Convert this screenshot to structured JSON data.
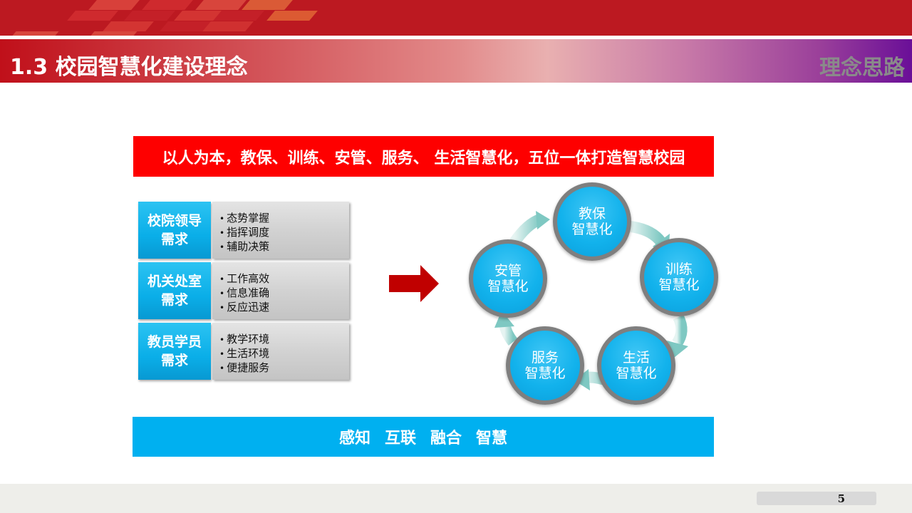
{
  "header": {
    "title": "1.3 校园智慧化建设理念",
    "section_label": "理念思路"
  },
  "banner_top": {
    "text": "以人为本，教保、训练、安管、服务、 生活智慧化，五位一体打造智慧校园"
  },
  "needs": [
    {
      "label_line1": "校院领导",
      "label_line2": "需求",
      "items": [
        "态势掌握",
        "指挥调度",
        "辅助决策"
      ]
    },
    {
      "label_line1": "机关处室",
      "label_line2": "需求",
      "items": [
        "工作高效",
        "信息准确",
        "反应迅速"
      ]
    },
    {
      "label_line1": "教员学员",
      "label_line2": "需求",
      "items": [
        "教学环境",
        "生活环境",
        "便捷服务"
      ]
    }
  ],
  "arrow_icon": "right-arrow-icon",
  "cycle": [
    {
      "line1": "教保",
      "line2": "智慧化"
    },
    {
      "line1": "训练",
      "line2": "智慧化"
    },
    {
      "line1": "生活",
      "line2": "智慧化"
    },
    {
      "line1": "服务",
      "line2": "智慧化"
    },
    {
      "line1": "安管",
      "line2": "智慧化"
    }
  ],
  "banner_bottom": {
    "words": [
      "感知",
      "互联",
      "融合",
      "智慧"
    ]
  },
  "footer": {
    "page_number": "5"
  },
  "colors": {
    "header_red": "#bc1921",
    "banner_red": "#fe0000",
    "accent_blue": "#00b0f0",
    "node_border": "#7f7f7f",
    "arrow_red": "#c00000"
  }
}
